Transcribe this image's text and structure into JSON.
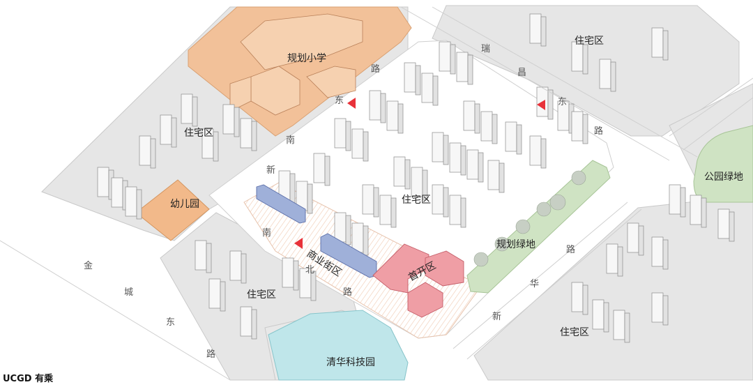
{
  "zones": {
    "school": "规划小学",
    "kindergarten": "幼儿园",
    "res_west": "住宅区",
    "res_center": "住宅区",
    "res_north": "住宅区",
    "res_southwest": "住宅区",
    "res_southeast": "住宅区",
    "park": "公园绿地",
    "green_belt": "规划绿地",
    "commercial": "商业街区",
    "first_phase": "首开区",
    "tech_park": "清华科技园"
  },
  "roads": {
    "xinnan": [
      "新",
      "南",
      "东",
      "路"
    ],
    "nanbei": [
      "南",
      "北",
      "路"
    ],
    "jincheng": [
      "金",
      "城",
      "东",
      "路"
    ],
    "xinhua_north": [
      "瑞",
      "昌",
      "东",
      "路"
    ],
    "xinhua_south": [
      "新",
      "华",
      "路"
    ]
  },
  "colors": {
    "school": "#f2c199",
    "kindergarten": "#f2b98a",
    "park": "#cfe3c3",
    "commercial": "#9fb0d9",
    "first_phase": "#ef9ea5",
    "tech_park": "#bfe6ea",
    "arrow": "#e8323a"
  },
  "credit": "UCGD 有乘"
}
